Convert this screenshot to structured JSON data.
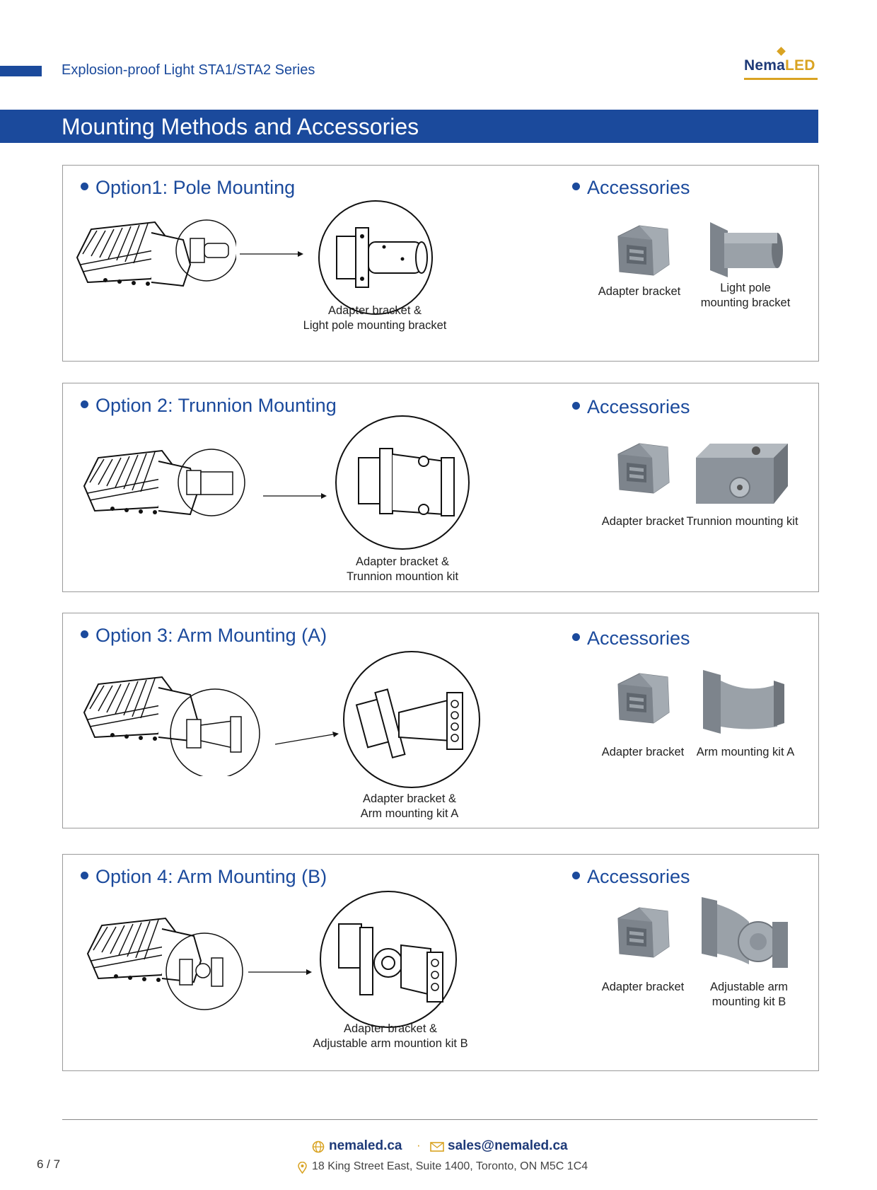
{
  "header": {
    "series_title": "Explosion-proof Light STA1/STA2 Series",
    "logo_text_a": "Nema",
    "logo_text_b": "LED",
    "section_title": "Mounting Methods and Accessories"
  },
  "options": [
    {
      "title": "Option1: Pole Mounting",
      "accessories_title": "Accessories",
      "detail_caption_1": "Adapter bracket &",
      "detail_caption_2": "Light pole mounting bracket",
      "acc1_label": "Adapter bracket",
      "acc2_label_1": "Light pole",
      "acc2_label_2": "mounting bracket"
    },
    {
      "title": "Option 2: Trunnion Mounting",
      "accessories_title": "Accessories",
      "detail_caption_1": "Adapter bracket &",
      "detail_caption_2": "Trunnion mountion kit",
      "acc1_label": "Adapter bracket",
      "acc2_label_1": "Trunnion mounting kit"
    },
    {
      "title": "Option 3: Arm Mounting (A)",
      "accessories_title": "Accessories",
      "detail_caption_1": "Adapter bracket &",
      "detail_caption_2": "Arm mounting kit A",
      "acc1_label": "Adapter bracket",
      "acc2_label_1": "Arm mounting kit A"
    },
    {
      "title": "Option 4: Arm Mounting (B)",
      "accessories_title": "Accessories",
      "detail_caption_1": "Adapter bracket &",
      "detail_caption_2": "Adjustable arm mountion kit B",
      "acc1_label": "Adapter bracket",
      "acc2_label_1": "Adjustable arm",
      "acc2_label_2": "mounting kit B"
    }
  ],
  "footer": {
    "website": "nemaled.ca",
    "separator": "·",
    "email": "sales@nemaled.ca",
    "address": "18 King Street East, Suite 1400, Toronto, ON M5C 1C4",
    "page": "6 / 7"
  },
  "colors": {
    "brand_blue": "#1b4a9c",
    "brand_gold": "#d9a322",
    "accessory_gray": "#8c939b"
  },
  "icons": [
    "globe-icon",
    "mail-icon",
    "location-pin-icon"
  ]
}
